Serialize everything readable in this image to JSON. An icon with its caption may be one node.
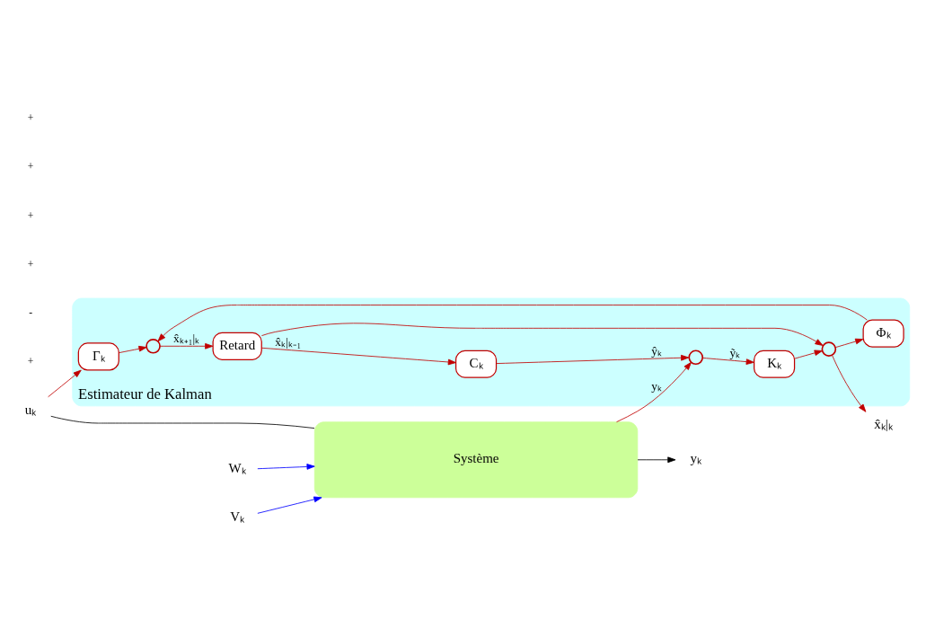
{
  "diagram": {
    "nodes": [
      {
        "text": [
          "uₖ"
        ]
      },
      {
        "text": [
          "Wₖ"
        ]
      },
      {
        "text": [
          "Vₖ"
        ]
      },
      {
        "text": [
          "Système"
        ]
      },
      {
        "text": [
          "yₖ"
        ]
      },
      {
        "text": [
          "Estimateur de Kalman"
        ]
      },
      {
        "text": [
          "Γₖ"
        ],
        "in": 5
      },
      {
        "text": [],
        "shape": "circle",
        "in": 5
      },
      {
        "text": [
          "Retard"
        ],
        "in": 5
      },
      {
        "text": [
          "Cₖ"
        ],
        "in": 5
      },
      {
        "text": [],
        "shape": "circle",
        "in": 5
      },
      {
        "text": [
          "Kₖ"
        ],
        "in": 5
      },
      {
        "text": [],
        "shape": "circle",
        "in": 5
      },
      {
        "text": [
          "Φₖ"
        ],
        "in": 5
      },
      {
        "text": [
          "x̂ₖ|ₖ"
        ]
      }
    ],
    "edges": [
      {
        "from": 0,
        "to": 3,
        "arrow": "none",
        "color": "#000000"
      },
      {
        "from": 1,
        "to": 3,
        "arrow": "to",
        "color": "#0000ff"
      },
      {
        "from": 2,
        "to": 3,
        "arrow": "to",
        "color": "#0000ff"
      },
      {
        "from": 3,
        "to": 4,
        "arrow": "to",
        "color": "#000000"
      },
      {
        "from": 0,
        "to": 6,
        "arrow": "to"
      },
      {
        "from": 3,
        "to": 10,
        "arrow": "to",
        "label": "yₖ"
      },
      {
        "from": 6,
        "to": 7,
        "arrow": "to"
      },
      {
        "from": 7,
        "to": 8,
        "arrow": "to",
        "label": "x̂ₖ₊₁|ₖ"
      },
      {
        "from": 8,
        "to": 9,
        "arrow": "to",
        "label": "x̂ₖ|ₖ₋₁"
      },
      {
        "from": 8,
        "to": 12,
        "arrow": "to"
      },
      {
        "from": 9,
        "to": 10,
        "arrow": "to",
        "label": "ŷₖ"
      },
      {
        "from": 10,
        "to": 11,
        "arrow": "to",
        "label": "ỹₖ"
      },
      {
        "from": 11,
        "to": 12,
        "arrow": "to"
      },
      {
        "from": 12,
        "to": 13,
        "arrow": "to"
      },
      {
        "from": 13,
        "to": 7,
        "arrow": "to"
      },
      {
        "from": 12,
        "to": 14,
        "arrow": "to"
      }
    ],
    "labels": [
      "+",
      "-",
      "+",
      "+",
      "+",
      "+"
    ]
  }
}
